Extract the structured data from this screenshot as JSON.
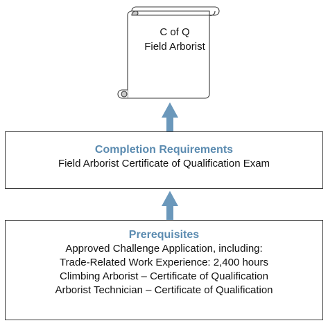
{
  "colors": {
    "title_blue": "#5b8bb0",
    "arrow_blue": "#6b98bb",
    "outline": "#3a3a3a",
    "curl_fill": "#c8c8c8"
  },
  "certificate": {
    "icon": "scroll-icon",
    "line1": "C of Q",
    "line2": "Field Arborist"
  },
  "completion": {
    "title": "Completion Requirements",
    "lines": [
      "Field Arborist Certificate of Qualification Exam"
    ]
  },
  "prerequisites": {
    "title": "Prerequisites",
    "lines": [
      "Approved Challenge Application, including:",
      "Trade-Related Work Experience: 2,400 hours",
      "Climbing Arborist – Certificate of Qualification",
      "Arborist Technician – Certificate of Qualification"
    ]
  }
}
